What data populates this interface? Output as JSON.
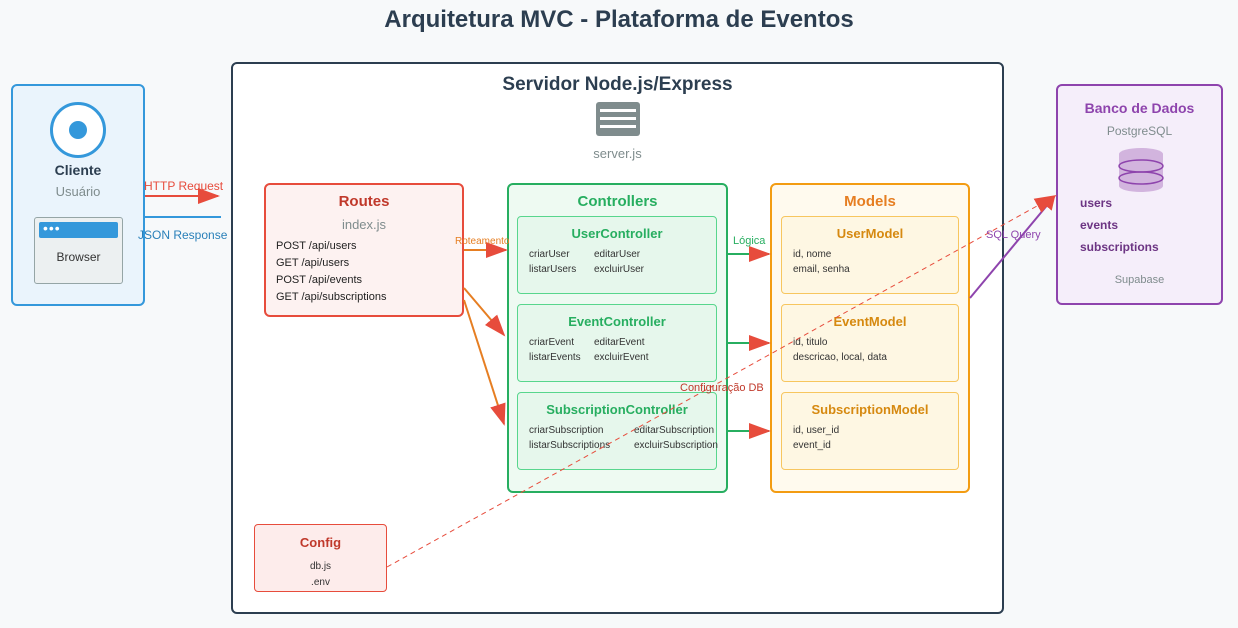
{
  "title": "Arquitetura MVC - Plataforma de Eventos",
  "client": {
    "title": "Cliente",
    "subtitle": "Usuário",
    "browser_label": "Browser"
  },
  "server": {
    "title": "Servidor Node.js/Express",
    "file": "server.js"
  },
  "routes": {
    "title": "Routes",
    "file": "index.js",
    "items": [
      "POST /api/users",
      "GET /api/users",
      "POST /api/events",
      "GET /api/subscriptions"
    ]
  },
  "controllers": {
    "title": "Controllers",
    "user": {
      "title": "UserController",
      "methods": [
        "criarUser",
        "editarUser",
        "listarUsers",
        "excluirUser"
      ]
    },
    "event": {
      "title": "EventController",
      "methods": [
        "criarEvent",
        "editarEvent",
        "listarEvents",
        "excluirEvent"
      ]
    },
    "subscription": {
      "title": "SubscriptionController",
      "methods": [
        "criarSubscription",
        "editarSubscription",
        "listarSubscriptions",
        "excluirSubscription"
      ]
    }
  },
  "models": {
    "title": "Models",
    "user": {
      "title": "UserModel",
      "fields": [
        "id, nome",
        "email, senha"
      ]
    },
    "event": {
      "title": "EventModel",
      "fields": [
        "id, titulo",
        "descricao, local, data"
      ]
    },
    "subscription": {
      "title": "SubscriptionModel",
      "fields": [
        "id, user_id",
        "event_id"
      ]
    }
  },
  "config": {
    "title": "Config",
    "files": [
      "db.js",
      ".env"
    ]
  },
  "database": {
    "title": "Banco de Dados",
    "subtitle": "PostgreSQL",
    "tables": [
      "users",
      "events",
      "subscriptions"
    ],
    "provider": "Supabase"
  },
  "labels": {
    "http_request": "HTTP Request",
    "json_response": "JSON Response",
    "routing": "Roteamento",
    "logic": "Lógica",
    "sql_query": "SQL Query",
    "db_config": "Configuração DB"
  },
  "colors": {
    "client": "#3498db",
    "server": "#2c3e50",
    "routes": "#e74c3c",
    "controllers": "#27ae60",
    "models": "#f39c12",
    "config": "#c0392b",
    "database": "#8e44ad"
  }
}
